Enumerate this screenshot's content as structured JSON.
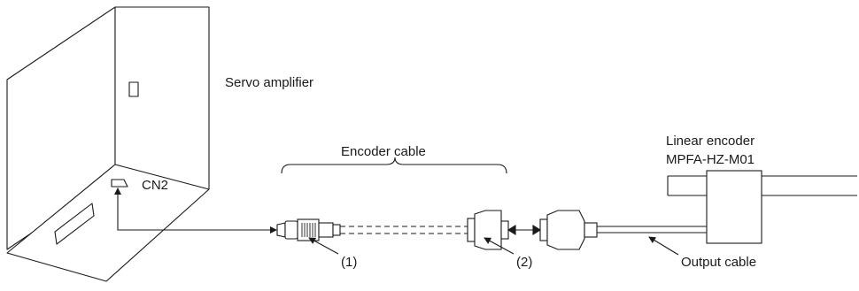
{
  "labels": {
    "servo_amplifier": "Servo amplifier",
    "cn2": "CN2",
    "encoder_cable": "Encoder cable",
    "linear_encoder_line1": "Linear encoder",
    "linear_encoder_line2": "MPFA-HZ-M01",
    "callout_1": "(1)",
    "callout_2": "(2)",
    "output_cable": "Output cable"
  },
  "colors": {
    "line": "#1a1a1a",
    "fill": "#ffffff"
  }
}
